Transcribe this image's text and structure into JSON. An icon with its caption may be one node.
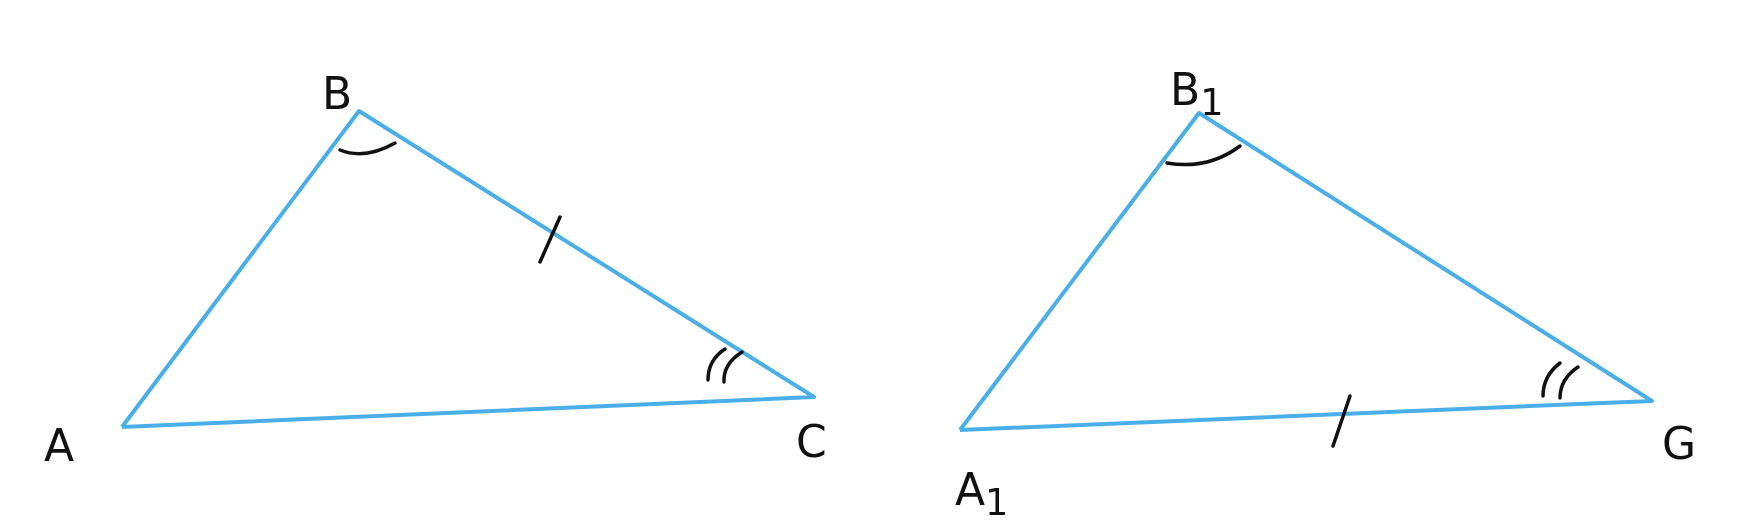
{
  "diagram": {
    "labels": [
      "B",
      "B$_{1}$",
      "A",
      "C",
      "A$_{1}$",
      "G"
    ]
  }
}
